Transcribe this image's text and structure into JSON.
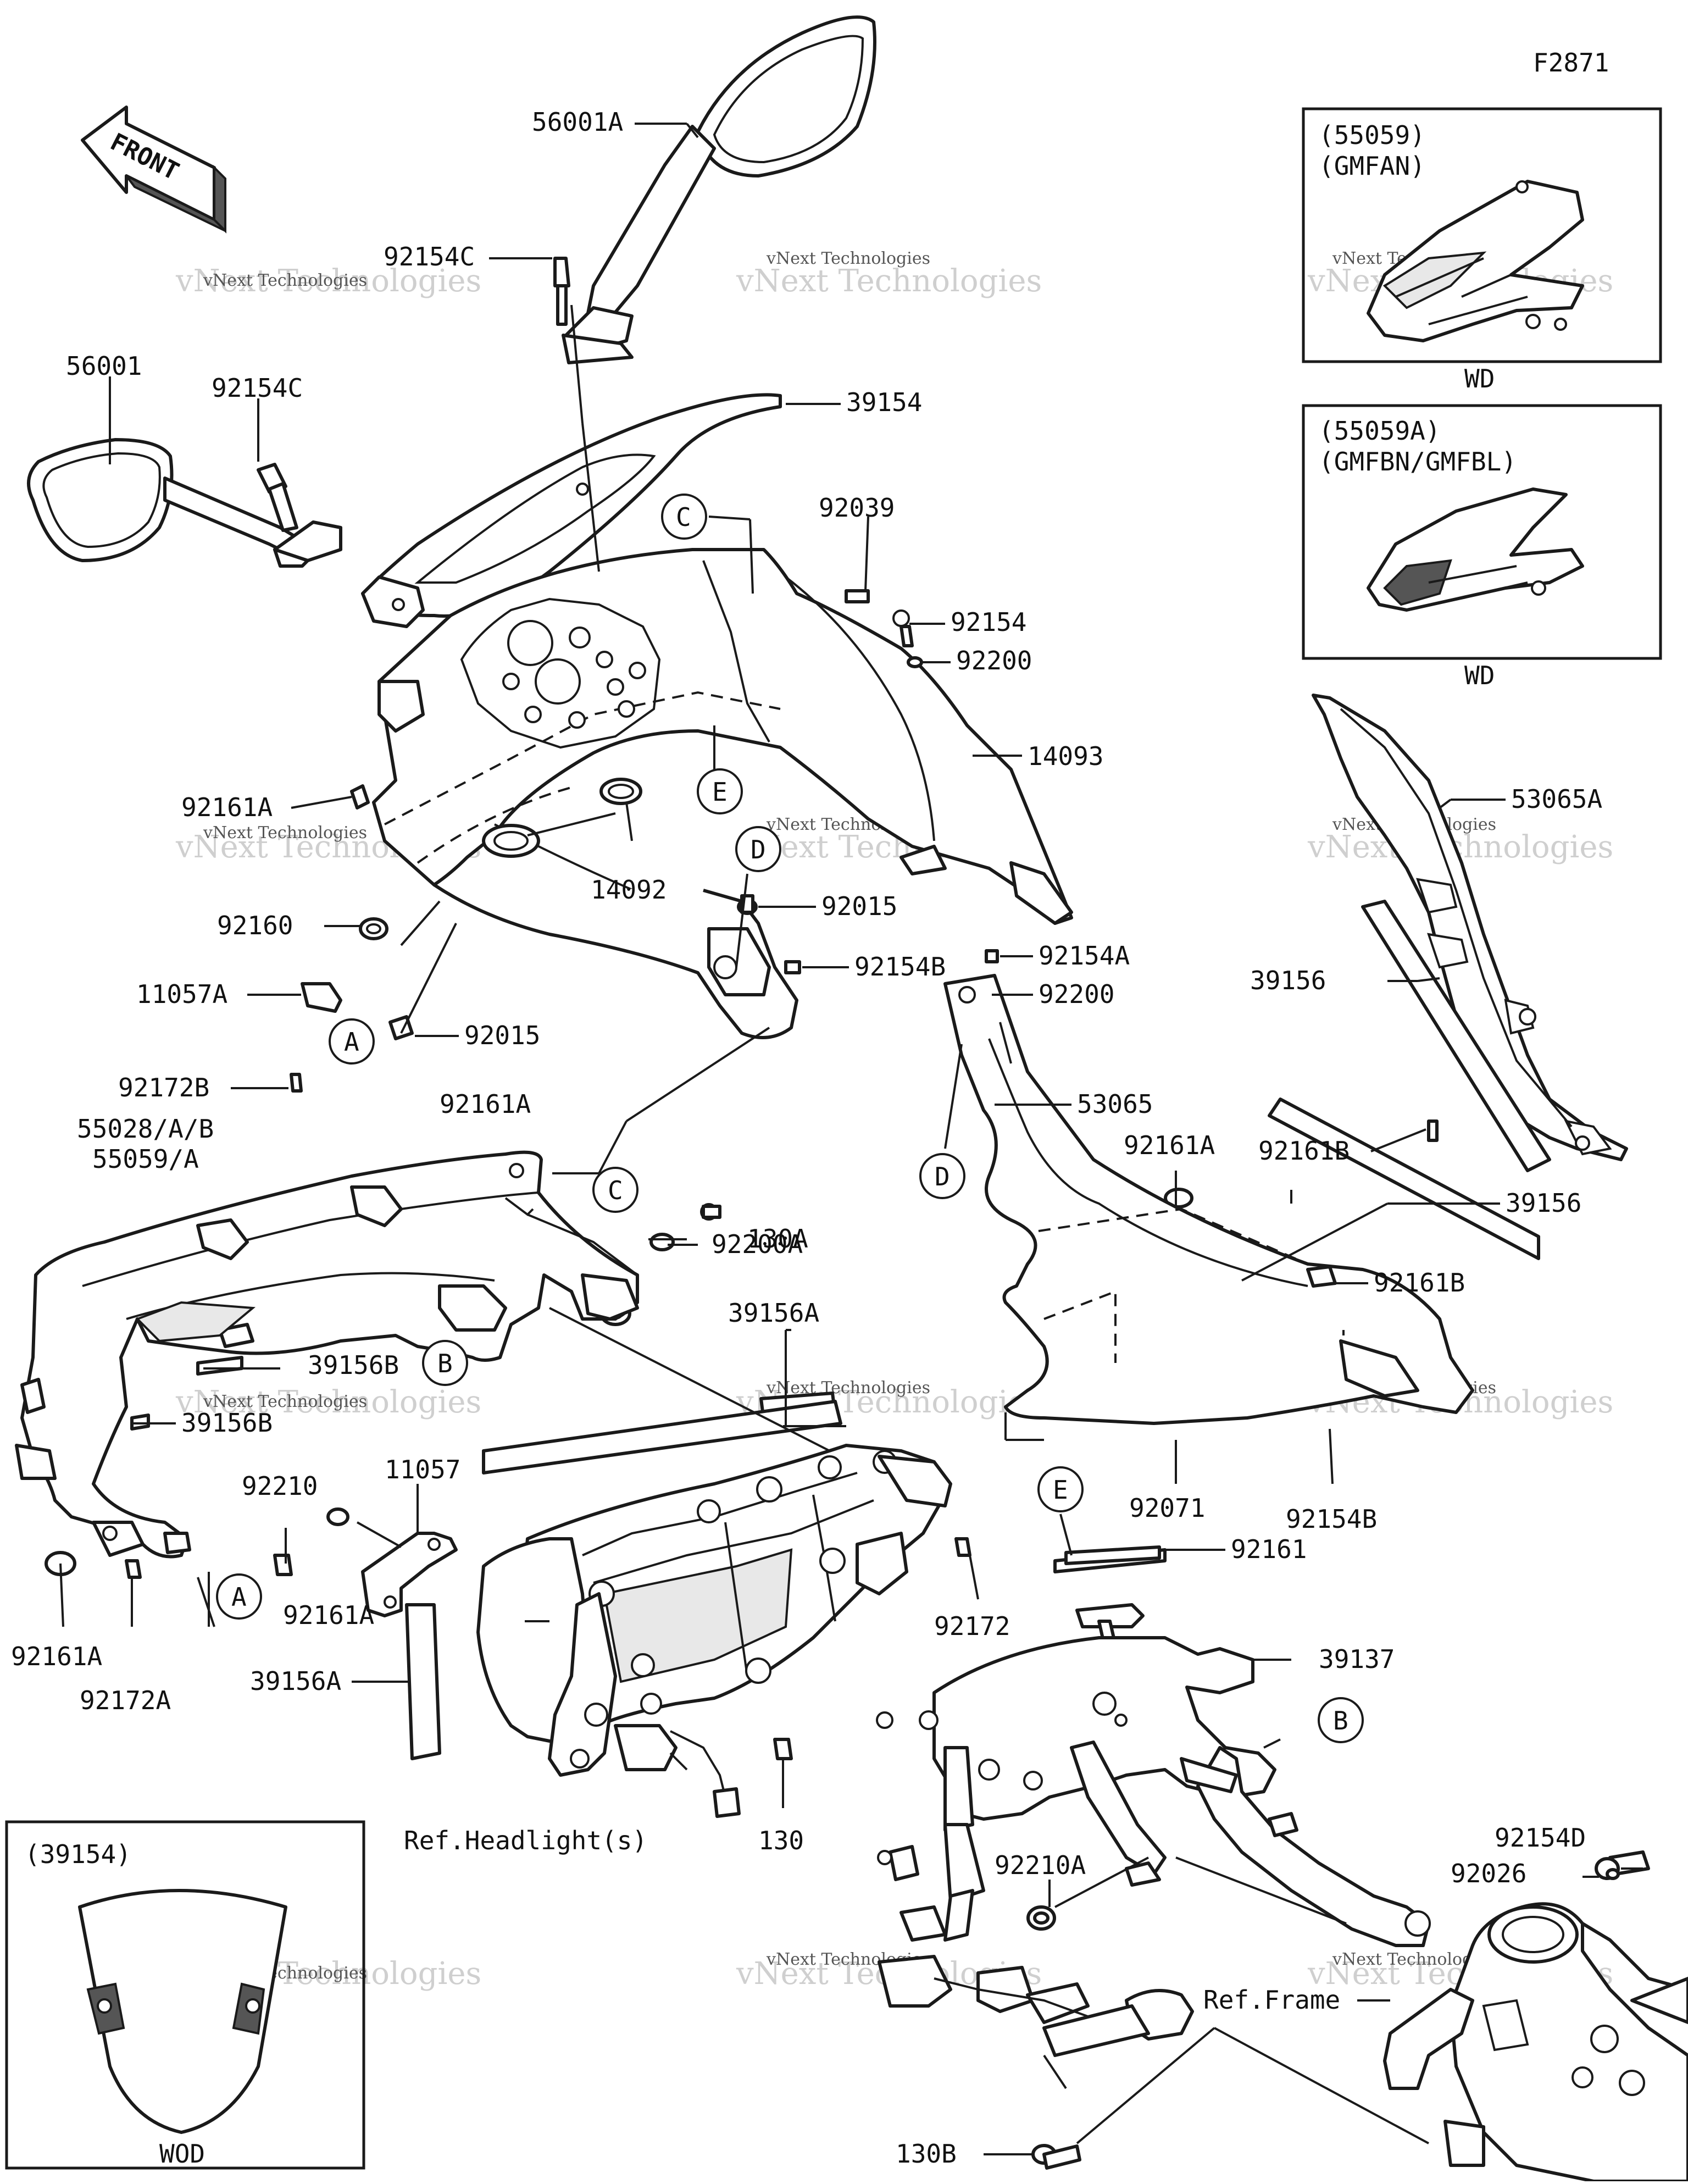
{
  "diagram": {
    "code": "F2871",
    "front_label": "FRONT",
    "watermark_small": "vNext Technologies",
    "watermark_big": "vNext Technologies",
    "parts": {
      "p56001A": "56001A",
      "p92154C_a": "92154C",
      "p56001": "56001",
      "p92154C_b": "92154C",
      "p39154": "39154",
      "p92039": "92039",
      "p92154": "92154",
      "p92200": "92200",
      "p14093": "14093",
      "p92161A_a": "92161A",
      "p14092": "14092",
      "p92015_a": "92015",
      "p92160": "92160",
      "p11057A": "11057A",
      "p92172B": "92172B",
      "p92015_b": "92015",
      "p92154B_a": "92154B",
      "p92161A_b": "92161A",
      "p92154A": "92154A",
      "p92200_b": "92200",
      "p53065": "53065",
      "p53065A": "53065A",
      "p39156_a": "39156",
      "p92161B_a": "92161B",
      "p92161A_c": "92161A",
      "p39156_b": "39156",
      "p92161B_b": "92161B",
      "p55028": "55028/A/B",
      "p55059": "55059/A",
      "p130A": "130A",
      "p92200A": "92200A",
      "p39156A_a": "39156A",
      "p39156B_a": "39156B",
      "p39156B_b": "39156B",
      "p92210": "92210",
      "p11057": "11057",
      "p92161A_d": "92161A",
      "p92161A_e": "92161A",
      "p92172A": "92172A",
      "p39156A_b": "39156A",
      "p92172": "92172",
      "p130": "130",
      "p92071": "92071",
      "p92154B_b": "92154B",
      "p92161": "92161",
      "p39137": "39137",
      "p92210A": "92210A",
      "p92154D": "92154D",
      "p92026": "92026",
      "p130B": "130B",
      "ref_headlight": "Ref.Headlight(s)",
      "ref_frame": "Ref.Frame"
    },
    "callouts": {
      "A1": "A",
      "A2": "A",
      "B1": "B",
      "B2": "B",
      "C1": "C",
      "C2": "C",
      "D1": "D",
      "D2": "D",
      "E1": "E",
      "E2": "E"
    },
    "insets": {
      "wd1_part": "(55059)",
      "wd1_code": "(GMFAN)",
      "wd1_caption": "WD",
      "wd2_part": "(55059A)",
      "wd2_code": "(GMFBN/GMFBL)",
      "wd2_caption": "WD",
      "wod_part": "(39154)",
      "wod_caption": "WOD"
    }
  }
}
